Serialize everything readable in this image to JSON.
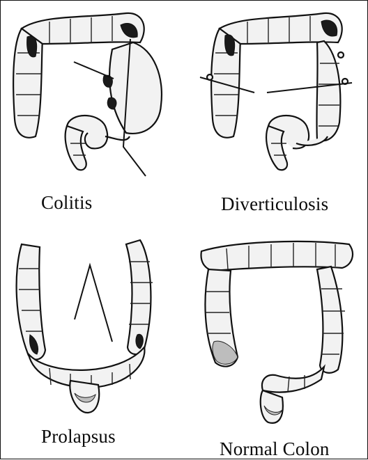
{
  "figure": {
    "panels": [
      {
        "id": "colitis",
        "label": "Colitis"
      },
      {
        "id": "diverticulosis",
        "label": "Diverticulosis"
      },
      {
        "id": "prolapsus",
        "label": "Prolapsus"
      },
      {
        "id": "normal",
        "label": "Normal Colon"
      }
    ]
  }
}
